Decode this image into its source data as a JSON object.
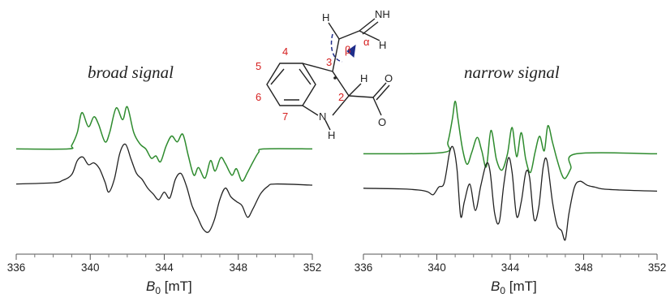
{
  "chart_data": [
    {
      "type": "line",
      "title": "broad signal",
      "xlabel_main": "B",
      "xlabel_sub": "0",
      "xlabel_unit": " [mT]",
      "xlim": [
        336,
        352
      ],
      "xticks": [
        "336",
        "340",
        "344",
        "348",
        "352"
      ],
      "colors": {
        "simulated": "#2e8b2e",
        "experimental": "#222222"
      },
      "series": [
        {
          "key": "simulated",
          "offset": 0.62,
          "x": [
            336.0,
            338.8,
            339.0,
            339.3,
            339.55,
            339.9,
            340.2,
            340.45,
            340.8,
            341.05,
            341.4,
            341.75,
            342.0,
            342.35,
            342.7,
            343.0,
            343.3,
            343.55,
            343.8,
            344.1,
            344.4,
            344.7,
            345.0,
            345.3,
            345.6,
            345.85,
            346.2,
            346.5,
            346.75,
            347.05,
            347.3,
            347.65,
            347.9,
            348.2,
            348.5,
            348.8,
            349.1,
            349.4,
            352.0
          ],
          "y": [
            0,
            0,
            0.06,
            0.28,
            0.62,
            0.38,
            0.55,
            0.42,
            0.12,
            0.28,
            0.7,
            0.5,
            0.72,
            0.28,
            0.08,
            0.0,
            -0.16,
            -0.12,
            -0.22,
            0.05,
            0.22,
            0.12,
            0.25,
            -0.12,
            -0.45,
            -0.32,
            -0.5,
            -0.2,
            -0.38,
            -0.15,
            -0.25,
            -0.45,
            -0.34,
            -0.55,
            -0.4,
            -0.22,
            -0.06,
            0,
            0
          ]
        },
        {
          "key": "experimental",
          "offset": 0,
          "x": [
            336.0,
            338.0,
            338.5,
            339.0,
            339.3,
            339.6,
            339.9,
            340.2,
            340.5,
            340.8,
            341.0,
            341.3,
            341.6,
            341.9,
            342.2,
            342.5,
            342.8,
            343.1,
            343.4,
            343.7,
            344.0,
            344.3,
            344.6,
            344.9,
            345.2,
            345.5,
            345.8,
            346.1,
            346.4,
            346.7,
            347.0,
            347.3,
            347.6,
            347.9,
            348.2,
            348.5,
            348.8,
            349.2,
            349.6,
            350.0,
            352.0
          ],
          "y": [
            0.02,
            0.04,
            0.08,
            0.18,
            0.42,
            0.48,
            0.35,
            0.38,
            0.28,
            0.05,
            -0.12,
            0.1,
            0.55,
            0.7,
            0.45,
            0.2,
            0.1,
            -0.05,
            -0.15,
            -0.25,
            -0.12,
            -0.22,
            0.1,
            0.2,
            -0.02,
            -0.35,
            -0.55,
            -0.75,
            -0.8,
            -0.6,
            -0.25,
            -0.05,
            -0.2,
            -0.28,
            -0.35,
            -0.55,
            -0.4,
            -0.15,
            -0.02,
            0.02,
            0.0
          ]
        }
      ]
    },
    {
      "type": "line",
      "title": "narrow signal",
      "xlabel_main": "B",
      "xlabel_sub": "0",
      "xlabel_unit": " [mT]",
      "xlim": [
        336,
        352
      ],
      "xticks": [
        "336",
        "340",
        "344",
        "348",
        "352"
      ],
      "colors": {
        "simulated": "#2e8b2e",
        "experimental": "#222222"
      },
      "series": [
        {
          "key": "simulated",
          "offset": 0.62,
          "x": [
            336.0,
            340.3,
            340.6,
            340.85,
            341.0,
            341.15,
            341.4,
            341.65,
            341.9,
            342.2,
            342.45,
            342.7,
            342.95,
            343.25,
            343.55,
            343.85,
            344.1,
            344.35,
            344.6,
            344.85,
            345.1,
            345.35,
            345.6,
            345.85,
            346.05,
            346.3,
            346.55,
            346.8,
            347.0,
            347.3,
            347.6,
            352.0
          ],
          "y": [
            0,
            0.02,
            0.2,
            0.6,
            0.9,
            0.6,
            0.08,
            -0.18,
            0.02,
            0.28,
            0.05,
            -0.22,
            0.4,
            -0.1,
            -0.28,
            0.0,
            0.45,
            -0.05,
            0.36,
            -0.1,
            -0.32,
            0.02,
            0.3,
            0.05,
            0.48,
            0.2,
            -0.1,
            -0.35,
            -0.42,
            -0.25,
            0.0,
            0
          ]
        },
        {
          "key": "experimental",
          "offset": 0,
          "x": [
            336.0,
            338.0,
            339.0,
            339.5,
            339.8,
            340.1,
            340.4,
            340.7,
            340.9,
            341.1,
            341.3,
            341.5,
            341.8,
            342.1,
            342.4,
            342.7,
            342.9,
            343.15,
            343.4,
            343.65,
            343.9,
            344.1,
            344.35,
            344.6,
            344.85,
            345.05,
            345.3,
            345.55,
            345.8,
            346.0,
            346.3,
            346.55,
            346.8,
            347.0,
            347.2,
            347.5,
            347.8,
            348.2,
            348.6,
            349.0,
            350.0,
            352.0
          ],
          "y": [
            0.03,
            0.02,
            0.0,
            -0.03,
            -0.08,
            0.05,
            0.12,
            0.65,
            0.72,
            0.35,
            -0.45,
            -0.2,
            0.1,
            -0.35,
            0.08,
            0.45,
            0.32,
            -0.4,
            -0.55,
            0.1,
            0.55,
            0.3,
            -0.45,
            -0.2,
            0.3,
            0.22,
            -0.5,
            -0.3,
            0.4,
            0.5,
            -0.2,
            -0.6,
            -0.7,
            -0.85,
            -0.4,
            0.05,
            0.15,
            0.08,
            0.05,
            0.02,
            0.0,
            -0.02
          ]
        }
      ]
    }
  ],
  "molecule": {
    "atoms": {
      "N": "N",
      "H": "H",
      "O": "O",
      "NH": "NH"
    },
    "numbers": {
      "n2": "2",
      "n3": "3",
      "n4": "4",
      "n5": "5",
      "n6": "6",
      "n7": "7"
    },
    "greek": {
      "alpha": "α",
      "beta": "β"
    },
    "colors": {
      "numbers": "#d62020",
      "arrow": "#1f2d8a"
    }
  }
}
